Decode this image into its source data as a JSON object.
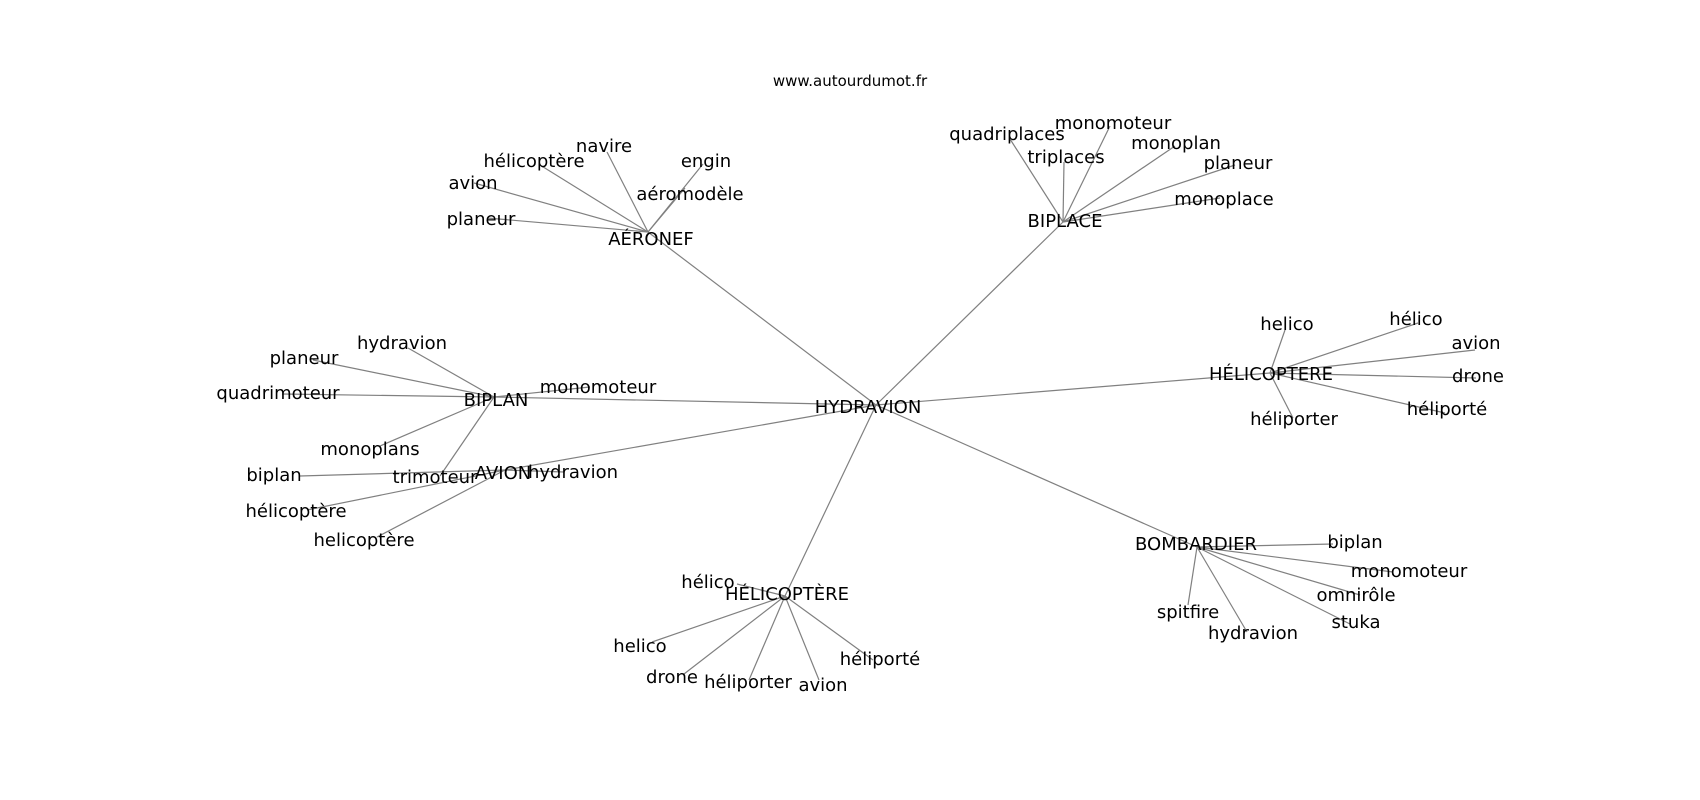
{
  "site": "www.autourdumot.fr",
  "center": "HYDRAVION",
  "clusters": [
    {
      "label": "AÉRONEF",
      "leaves": [
        "planeur",
        "avion",
        "hélicoptère",
        "navire",
        "engin",
        "aéromodèle"
      ]
    },
    {
      "label": "BIPLACE",
      "leaves": [
        "quadriplaces",
        "triplaces",
        "monomoteur",
        "monoplan",
        "planeur",
        "monoplace"
      ]
    },
    {
      "label": "HÉLICOPTERE",
      "leaves": [
        "helico",
        "hélico",
        "avion",
        "drone",
        "héliporté",
        "héliporter"
      ]
    },
    {
      "label": "BIPLAN",
      "leaves": [
        "hydravion",
        "planeur",
        "quadrimoteur",
        "monomoteur",
        "monoplans",
        "trimoteur"
      ]
    },
    {
      "label": "AVION",
      "leaves": [
        "biplan",
        "hydravion",
        "hélicoptère",
        "helicoptère"
      ]
    },
    {
      "label": "BOMBARDIER",
      "leaves": [
        "biplan",
        "monomoteur",
        "omnirôle",
        "stuka",
        "hydravion",
        "spitfire"
      ]
    },
    {
      "label": "HÉLICOPTÈRE",
      "leaves": [
        "hélico",
        "helico",
        "drone",
        "héliporter",
        "avion",
        "héliporté"
      ]
    }
  ]
}
